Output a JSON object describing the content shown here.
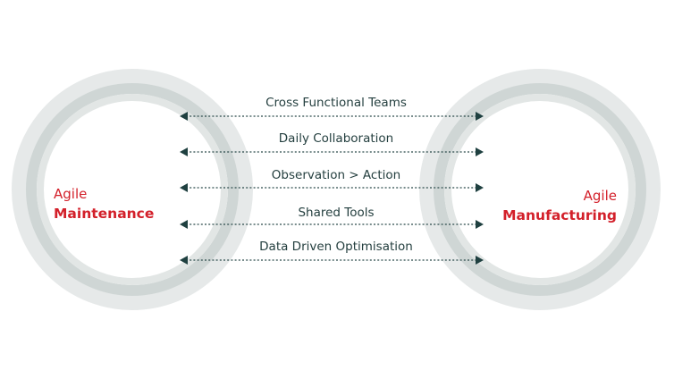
{
  "left_node": {
    "line1": "Agile",
    "line2": "Maintenance"
  },
  "right_node": {
    "line1": "Agile",
    "line2": "Manufacturing"
  },
  "connections": [
    {
      "label": "Cross Functional Teams"
    },
    {
      "label": "Daily Collaboration"
    },
    {
      "label": "Observation > Action"
    },
    {
      "label": "Shared Tools"
    },
    {
      "label": "Data Driven Optimisation"
    }
  ],
  "colors": {
    "accent": "#d3202a",
    "text": "#243f3f",
    "ring_light": "#e6e9e9",
    "ring_mid": "#cfd6d5"
  }
}
